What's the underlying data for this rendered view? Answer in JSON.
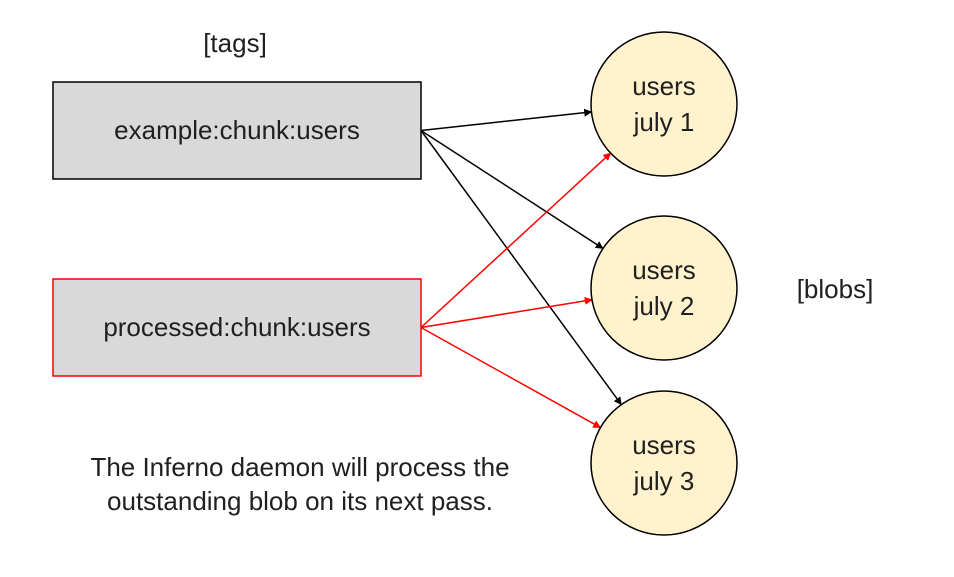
{
  "tags_label": "[tags]",
  "blobs_label": "[blobs]",
  "tags": [
    {
      "id": "example",
      "label": "example:chunk:users",
      "border": "#000000",
      "fill": "#d9d9d9"
    },
    {
      "id": "processed",
      "label": "processed:chunk:users",
      "border": "#ff0000",
      "fill": "#d9d9d9"
    }
  ],
  "blobs": [
    {
      "id": "july1",
      "line1": "users",
      "line2": "july 1"
    },
    {
      "id": "july2",
      "line1": "users",
      "line2": "july 2"
    },
    {
      "id": "july3",
      "line1": "users",
      "line2": "july 3"
    }
  ],
  "blob_fill": "#fff2cc",
  "blob_border": "#000000",
  "edges": [
    {
      "from": "example",
      "to": "july1",
      "color": "#000000"
    },
    {
      "from": "example",
      "to": "july2",
      "color": "#000000"
    },
    {
      "from": "example",
      "to": "july3",
      "color": "#000000"
    },
    {
      "from": "processed",
      "to": "july1",
      "color": "#ff0000"
    },
    {
      "from": "processed",
      "to": "july2",
      "color": "#ff0000"
    },
    {
      "from": "processed",
      "to": "july3",
      "color": "#ff0000"
    }
  ],
  "note": "The Inferno daemon will process the outstanding blob on its next pass."
}
